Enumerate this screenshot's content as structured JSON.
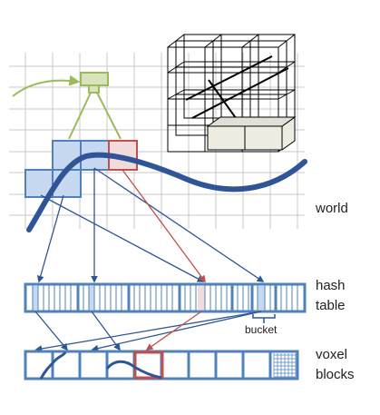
{
  "labels": {
    "world": "world",
    "hash_line1": "hash",
    "hash_line2": "table",
    "bucket": "bucket",
    "voxel_line1": "voxel",
    "voxel_line2": "blocks"
  },
  "colors": {
    "grid": "#c9c9c9",
    "block_blue_fill": "#c6d9f1",
    "block_blue_stroke": "#4f81bd",
    "block_red_fill": "#f2dcdb",
    "block_red_stroke": "#c0504d",
    "curve": "#2f5597",
    "camera": "#9bbb59",
    "camera_fill": "#d7e4bc",
    "arrow_blue": "#2f5597",
    "arrow_red": "#c0504d",
    "cube_fill": "#eeece1"
  }
}
